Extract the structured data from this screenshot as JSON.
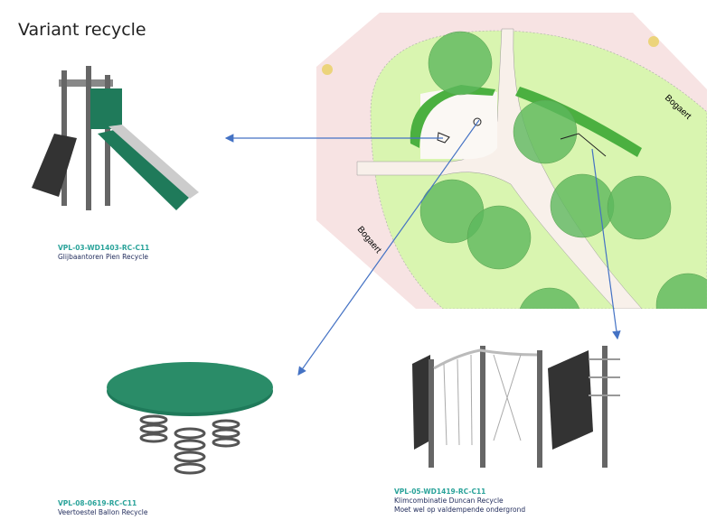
{
  "title": "Variant recycle",
  "map": {
    "street_label_1": "Bogaert",
    "street_label_2": "Bogaert"
  },
  "products": [
    {
      "code": "VPL-03-WD1403-RC-C11",
      "name": "Glijbaantoren Pien Recycle"
    },
    {
      "code": "VPL-08-0619-RC-C11",
      "name": "Veertoestel Ballon Recycle"
    },
    {
      "code": "VPL-05-WD1419-RC-C11",
      "name": "Klimcombinatie Duncan Recycle",
      "note": "Moet wel op valdempende ondergrond"
    }
  ],
  "colors": {
    "arrow": "#4472c4",
    "code_text": "#2aa39a",
    "equipment_green": "#1f7a5a",
    "grass": "#d9f5b0",
    "road": "#f7e3e3",
    "tree": "#5cb85c"
  }
}
